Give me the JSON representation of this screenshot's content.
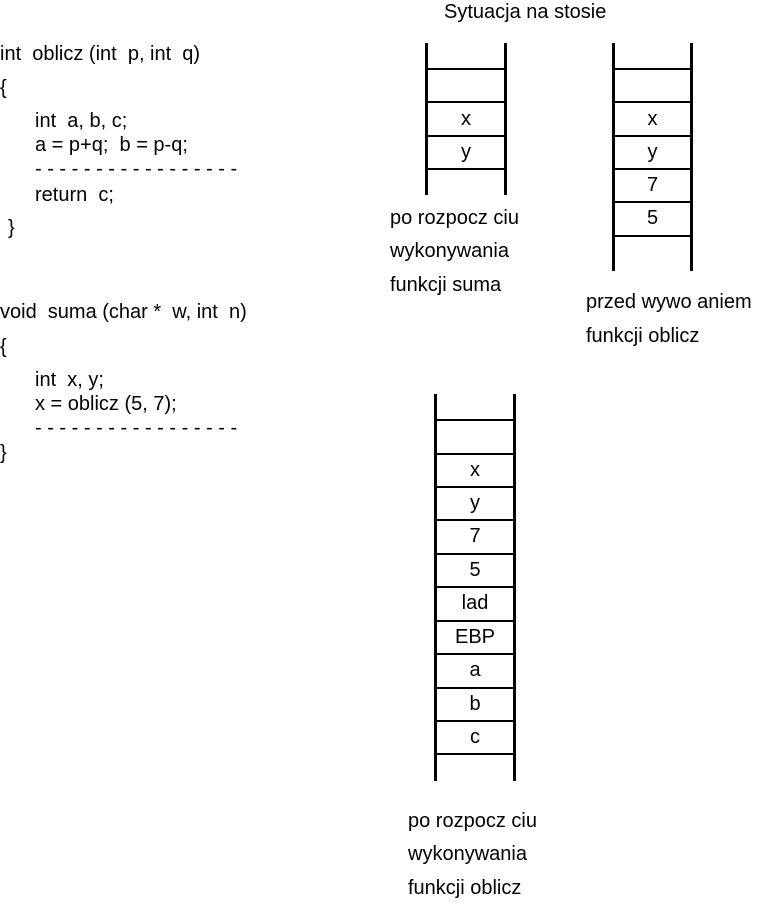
{
  "title": "Sytuacja na stosie",
  "code": {
    "oblicz": {
      "signature": "int  oblicz (int  p, int  q)",
      "open_brace": "{",
      "decl": "int  a, b, c;",
      "assign": "a = p+q;  b = p-q;",
      "dashes": "- - - - - - - - - - - - - - - - -",
      "ret": "return  c;",
      "close_brace": "}"
    },
    "suma": {
      "signature": "void  suma (char *  w, int  n)",
      "open_brace": "{",
      "decl": "int  x, y;",
      "call": "x = oblicz (5, 7);",
      "dashes": "- - - - - - - - - - - - - - - - -",
      "close_brace": "}"
    }
  },
  "stacks": [
    {
      "id": "stack-suma-start",
      "cells": [
        "",
        "",
        "x",
        "y",
        ""
      ],
      "caption": [
        "po rozpocz ciu",
        "wykonywania",
        "funkcji suma"
      ]
    },
    {
      "id": "stack-before-oblicz",
      "cells": [
        "",
        "",
        "x",
        "y",
        "7",
        "5",
        ""
      ],
      "caption": [
        "przed wywo aniem",
        "funkcji oblicz"
      ]
    },
    {
      "id": "stack-oblicz-start",
      "cells": [
        "",
        "",
        "x",
        "y",
        "7",
        "5",
        "lad",
        "EBP",
        "a",
        "b",
        "c",
        ""
      ],
      "caption": [
        "po rozpocz ciu",
        "wykonywania",
        "funkcji oblicz"
      ]
    }
  ]
}
